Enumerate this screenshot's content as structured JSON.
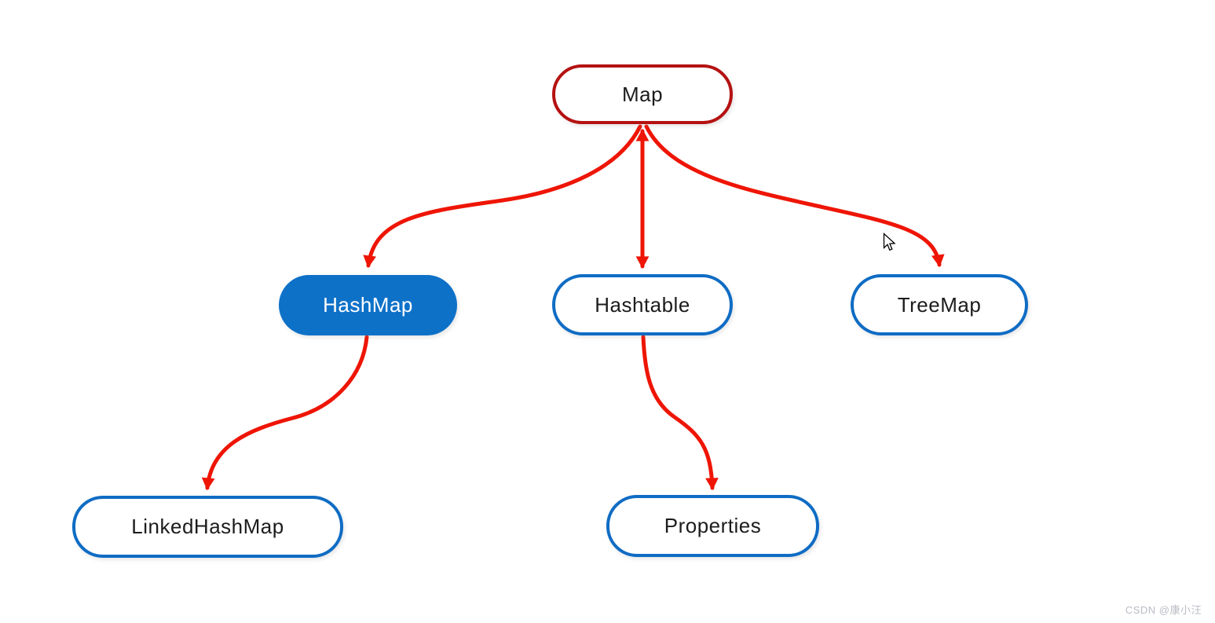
{
  "diagram": {
    "nodes": {
      "map": {
        "label": "Map",
        "style": "red-outline"
      },
      "hashmap": {
        "label": "HashMap",
        "style": "blue-filled"
      },
      "hashtable": {
        "label": "Hashtable",
        "style": "blue-outline"
      },
      "treemap": {
        "label": "TreeMap",
        "style": "blue-outline"
      },
      "linkedhashmap": {
        "label": "LinkedHashMap",
        "style": "blue-outline"
      },
      "properties": {
        "label": "Properties",
        "style": "blue-outline"
      }
    },
    "edges": [
      {
        "from": "Map",
        "to": "HashMap",
        "arrowhead": "at-child"
      },
      {
        "from": "Map",
        "to": "Hashtable",
        "arrowhead": "both-ends"
      },
      {
        "from": "Map",
        "to": "TreeMap",
        "arrowhead": "at-child"
      },
      {
        "from": "HashMap",
        "to": "LinkedHashMap",
        "arrowhead": "at-child"
      },
      {
        "from": "Hashtable",
        "to": "Properties",
        "arrowhead": "at-child"
      }
    ],
    "colors": {
      "arrow_red": "#ee1505",
      "map_border_red": "#b51212",
      "node_border_blue": "#0f6cc4",
      "node_fill_blue": "#0e71c8",
      "text_dark": "#1c1c1c",
      "text_light": "#ffffff"
    }
  },
  "watermark": {
    "text": "CSDN @康小汪"
  }
}
